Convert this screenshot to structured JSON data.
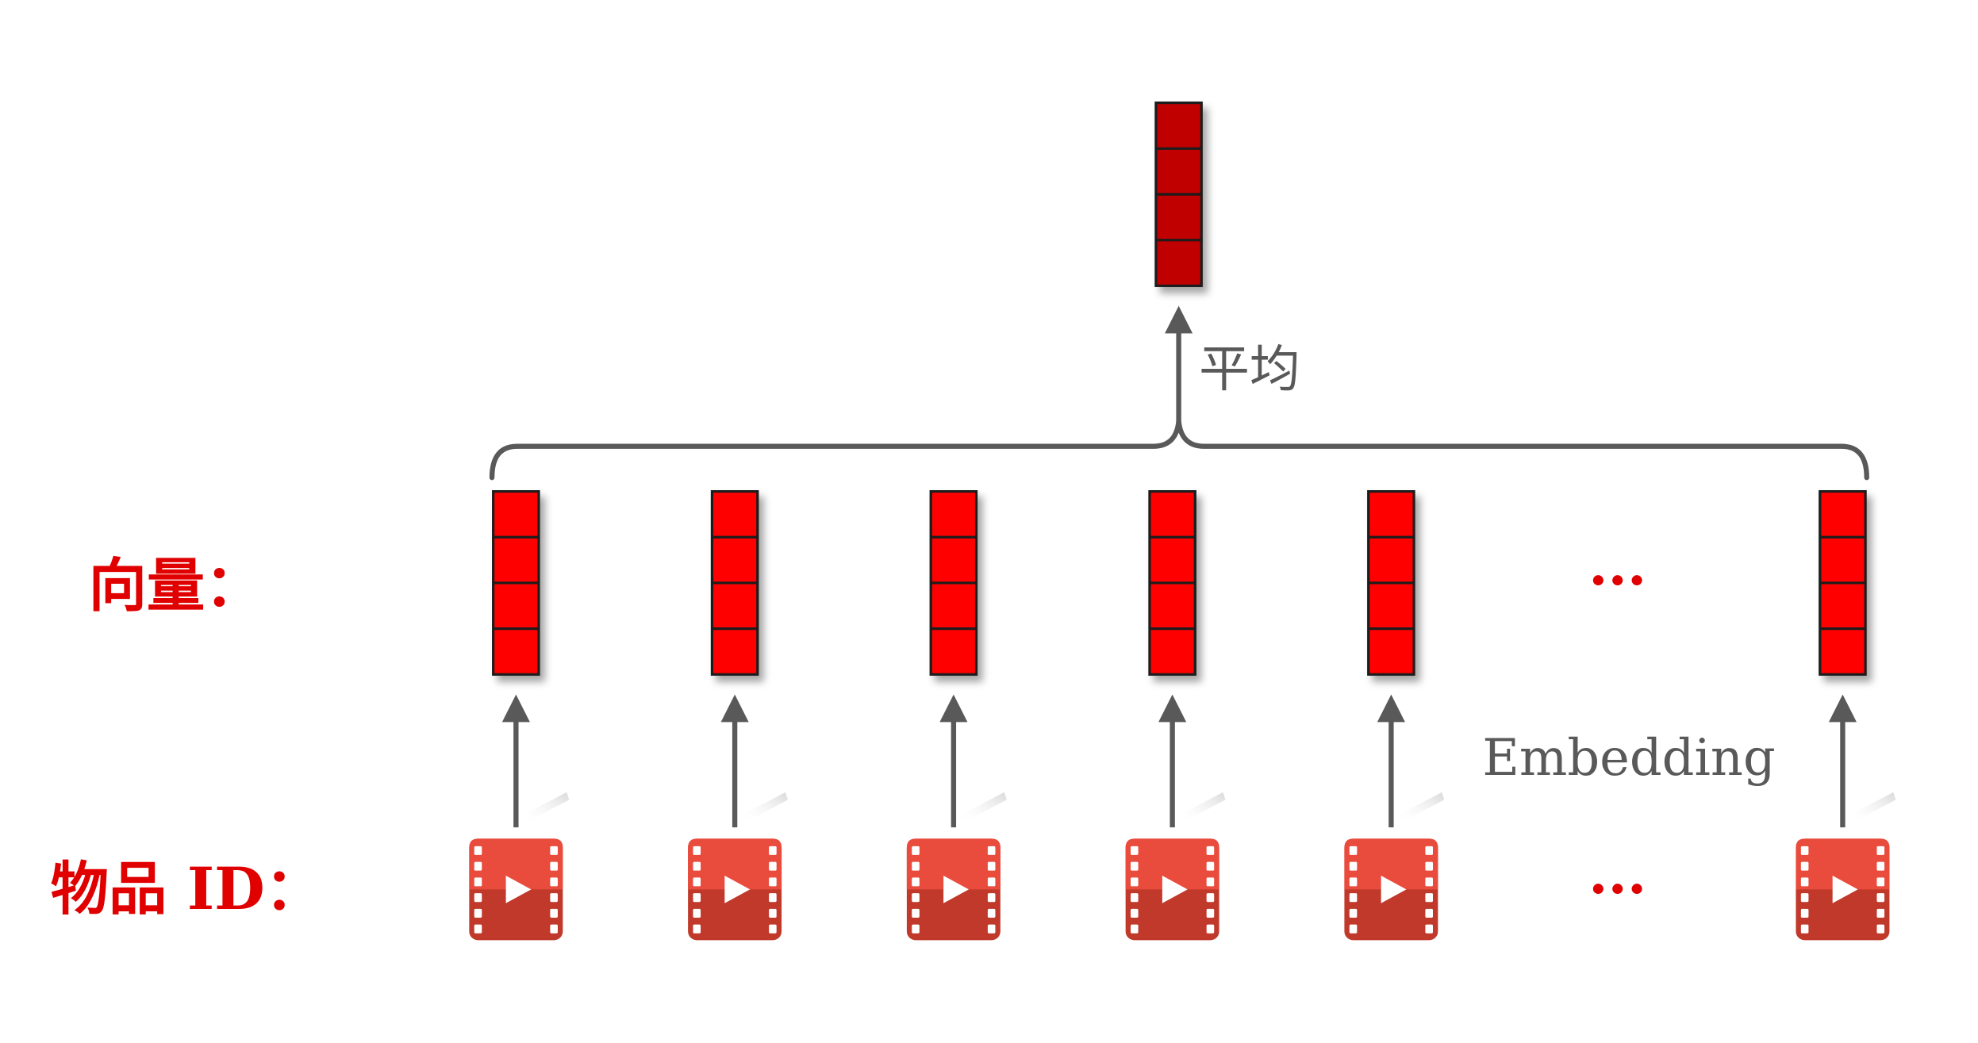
{
  "labels": {
    "vectors": "向量：",
    "item_ids": "物品 ID：",
    "average": "平均",
    "embedding": "Embedding",
    "ellipsis_vectors": "···",
    "ellipsis_items": "···"
  },
  "items": [
    {
      "id": "item-1"
    },
    {
      "id": "item-2"
    },
    {
      "id": "item-3"
    },
    {
      "id": "item-4"
    },
    {
      "id": "item-5"
    },
    {
      "id": "item-last"
    }
  ],
  "vector_cells": 4,
  "colors": {
    "vector_red": "#ff0000",
    "vector_averaged": "#c00000",
    "label_red": "#e00000",
    "text_gray": "#595959",
    "arrow_gray": "#595959",
    "video_icon_top": "#e94b3c",
    "video_icon_bottom": "#c0392b"
  },
  "icons": [
    "video-file-icon"
  ]
}
